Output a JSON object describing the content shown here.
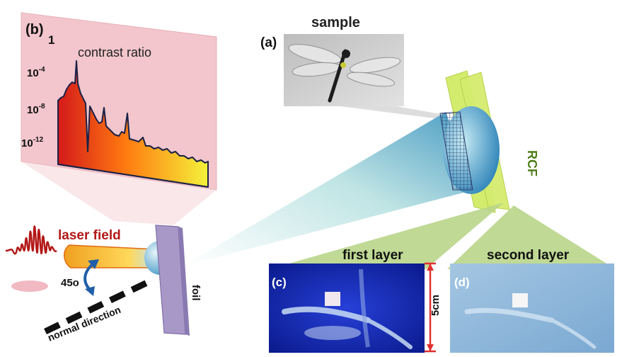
{
  "panels": {
    "a": "(a)",
    "b": "(b)",
    "c": "(c)",
    "d": "(d)"
  },
  "labels": {
    "sample": "sample",
    "contrast_ratio": "contrast ratio",
    "laser_field": "laser field",
    "angle": "45o",
    "normal_direction": "normal direction",
    "foil": "foil",
    "rcf": "RCF",
    "first_layer": "first layer",
    "second_layer": "second layer",
    "scale": "5cm"
  },
  "contrast_axis": {
    "tick_1": "1",
    "tick_2_base": "10",
    "tick_2_exp": "-4",
    "tick_3_base": "10",
    "tick_3_exp": "-8",
    "tick_4_base": "10",
    "tick_4_exp": "-12"
  },
  "colors": {
    "pink_panel": "#f2c6cc",
    "rcf_film": "#d4ec6e",
    "foil": "#a898c8",
    "layer_label_bg": "#b9d58a",
    "first_layer_blue": "#1b2fc4",
    "second_layer_blue": "#8fb8dc",
    "laser_red": "#b31818",
    "scale_red": "#e03030"
  }
}
